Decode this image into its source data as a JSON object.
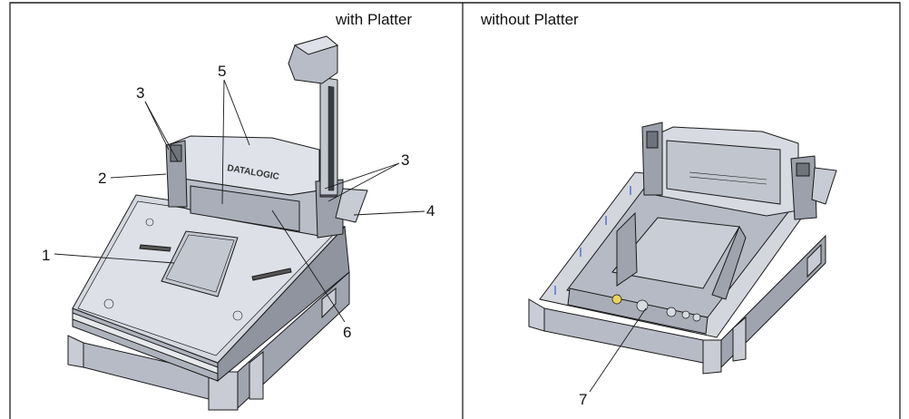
{
  "panels": {
    "left_title": "with Platter",
    "right_title": "without Platter"
  },
  "callouts": {
    "c1": "1",
    "c2": "2",
    "c3a": "3",
    "c3b": "3",
    "c4": "4",
    "c5": "5",
    "c6": "6",
    "c7": "7"
  },
  "logo_text": "DATALOGIC",
  "colors": {
    "outline": "#1a1a1a",
    "body_fill": "#d9dce3",
    "platter_fill": "#c8ccd5",
    "window_fill": "#b9bec9",
    "shadow_fill": "#8d929c"
  }
}
